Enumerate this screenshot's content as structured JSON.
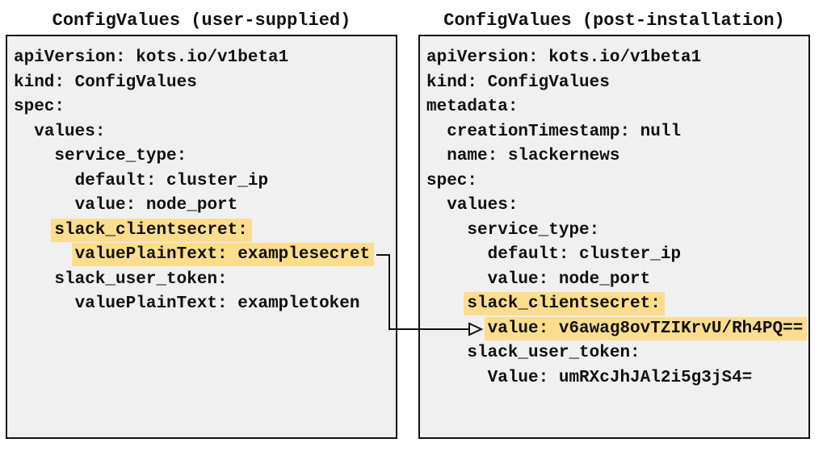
{
  "colors": {
    "panel_background": "#f0f0f0",
    "panel_border": "#111111",
    "highlight": "#fbdd8d",
    "text": "#111111"
  },
  "left_panel": {
    "title": "ConfigValues (user-supplied)",
    "lines": [
      {
        "text": "apiVersion: kots.io/v1beta1",
        "highlighted": false
      },
      {
        "text": "kind: ConfigValues",
        "highlighted": false
      },
      {
        "text": "spec:",
        "highlighted": false
      },
      {
        "text": "  values:",
        "highlighted": false
      },
      {
        "text": "    service_type:",
        "highlighted": false
      },
      {
        "text": "      default: cluster_ip",
        "highlighted": false
      },
      {
        "text": "      value: node_port",
        "highlighted": false
      },
      {
        "text": "    slack_clientsecret:",
        "highlighted": true
      },
      {
        "text": "      valuePlainText: examplesecret",
        "highlighted": true
      },
      {
        "text": "    slack_user_token:",
        "highlighted": false
      },
      {
        "text": "      valuePlainText: exampletoken",
        "highlighted": false
      }
    ]
  },
  "right_panel": {
    "title": "ConfigValues (post-installation)",
    "lines": [
      {
        "text": "apiVersion: kots.io/v1beta1",
        "highlighted": false
      },
      {
        "text": "kind: ConfigValues",
        "highlighted": false
      },
      {
        "text": "metadata:",
        "highlighted": false
      },
      {
        "text": "  creationTimestamp: null",
        "highlighted": false
      },
      {
        "text": "  name: slackernews",
        "highlighted": false
      },
      {
        "text": "spec:",
        "highlighted": false
      },
      {
        "text": "  values:",
        "highlighted": false
      },
      {
        "text": "    service_type:",
        "highlighted": false
      },
      {
        "text": "      default: cluster_ip",
        "highlighted": false
      },
      {
        "text": "      value: node_port",
        "highlighted": false
      },
      {
        "text": "    slack_clientsecret:",
        "highlighted": true
      },
      {
        "text": "      value: v6awag8ovTZIKrvU/Rh4PQ==",
        "highlighted": true
      },
      {
        "text": "    slack_user_token:",
        "highlighted": false
      },
      {
        "text": "      Value: umRXcJhJAl2i5g3jS4=",
        "highlighted": false
      }
    ]
  },
  "arrow": {
    "from": "valuePlainText: examplesecret",
    "to": "value: v6awag8ovTZIKrvU/Rh4PQ=="
  }
}
